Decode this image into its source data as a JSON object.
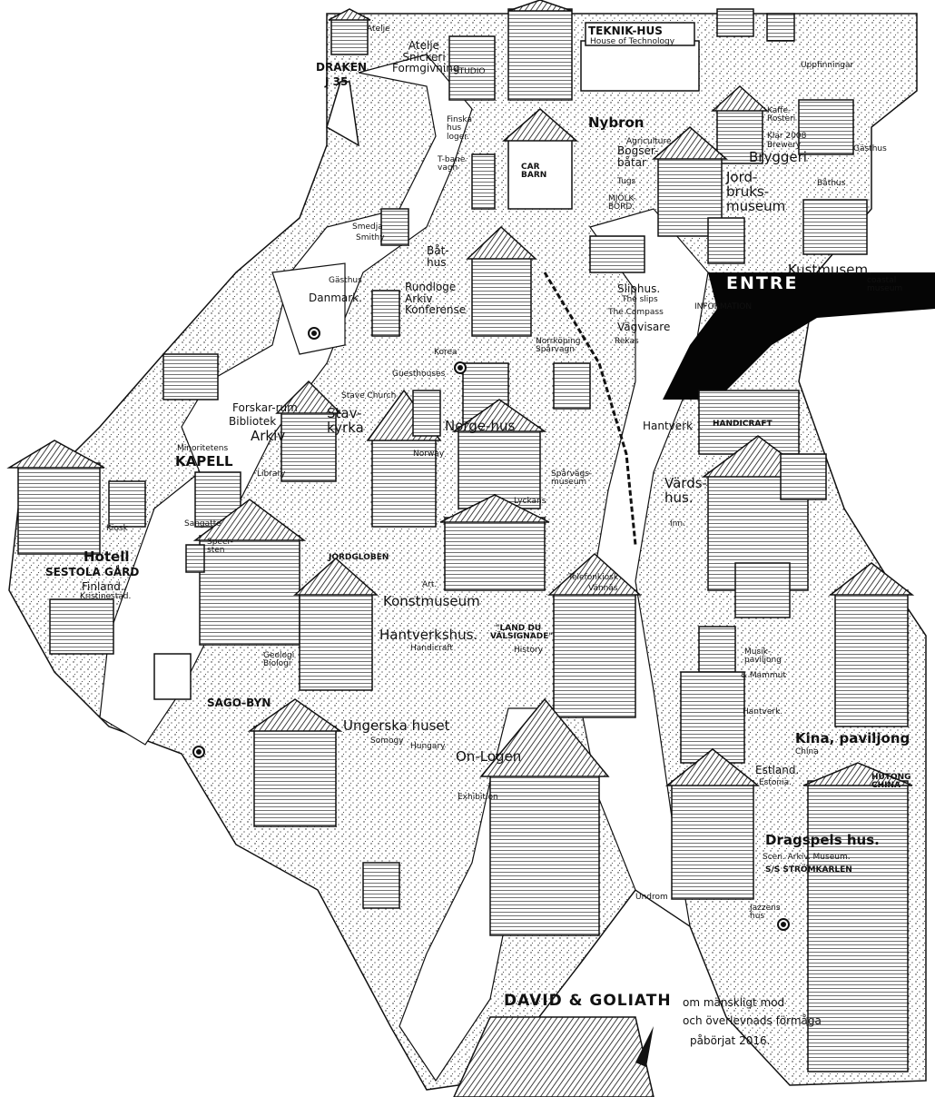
{
  "map": {
    "labels": {
      "atelje": "Atelje",
      "atelje_snickeri": "Atelje Snickeri Formgivning",
      "teknik_hus": "TEKNIK-HUS",
      "house_of_technology": "House of Technology",
      "draken": "DRAKEN",
      "j35": "J 35",
      "studio": "STUDIO",
      "finska_hus": "Finska hus loger.",
      "nybron": "Nybron",
      "t_bane_vagn": "T-bane vagn",
      "car_barn": "CAR BARN",
      "bogserbatar": "Bogser-båtar",
      "tugs": "Tugs",
      "mjolk_bord": "MJÖLK-BORD.",
      "kafferosteri": "Kaffe-Rosteri",
      "klar_2008": "Klar 2008",
      "brewery": "Brewery",
      "bryggeri": "Bryggeri",
      "gasthus_ne": "Gästhus",
      "jordbruksmuseum": "Jord-bruks-museum",
      "agriculture": "Agriculture",
      "bathus_ne": "Båthus",
      "kustmuseum": "Kustmusem.",
      "coastal_museum": "coastal museum",
      "uppfinningar": "Uppfinningar",
      "smedja": "Smedja",
      "smithy": "Smithy",
      "bathus": "Båt-hus",
      "gasthus_w": "Gästhus",
      "danmark": "Danmark.",
      "rundloge": "Rundloge Arkiv Konferense",
      "sliphus": "Sliphus.",
      "the_slips": "The slips",
      "the_compass": "The Compass",
      "vagvisare": "Vägvisare",
      "information": "INFORMATION",
      "entre": "ENTRE",
      "korea": "Korea",
      "norrkoping_sparvagn": "Norrköping Spårvagn",
      "rekas": "Rekas",
      "guesthouses": "Guesthouses",
      "stave_church": "Stave Church",
      "forskarrum": "Forskar-rum",
      "bibliotek": "Bibliotek",
      "arkiv": "Arkiv",
      "stavkyrka": "Stav-kyrka",
      "norgehus": "Norge-hus",
      "norway": "Norway",
      "hantverk_e": "Hantverk",
      "handicraft_sign": "HANDICRAFT",
      "minoritetens": "Minoritetens",
      "kapell": "KAPELL",
      "library": "Library",
      "sparvagnsmuseum": "Spårvägs-museum",
      "vardshus": "Värds-hus.",
      "inn": "Inn.",
      "kiosk": "Kiosk",
      "sangatte": "Sangatte",
      "speersten": "Speer-sten",
      "jordgloben": "JORDGLOBEN",
      "lyckans": "Lyckans",
      "hotell": "Hotell",
      "sestola_gard": "SESTOLA GÅRD",
      "finland": "Finland.",
      "kristinestad": "Kristinestad.",
      "telefonkiosk": "Telefonkiosk",
      "vannas": "Vännäs",
      "konstmuseum": "Konstmuseum",
      "art": "Art.",
      "hantverkshus": "Hantverkshus.",
      "handicraft": "Handicraft",
      "land_du_valsignade": "\"LAND DU VÄLSIGNADE\"",
      "history": "History",
      "geologi": "Geologi Biologi",
      "musikpaviljong": "Musik-paviljong",
      "mammut": "& Mammut",
      "sagobyn": "SAGO-BYN",
      "hantverk_se": "Hantverk.",
      "kina_paviljong": "Kina, paviljong",
      "china": "China",
      "hutong": "HUTONG CHINA",
      "ungerska_huset": "Ungerska huset",
      "somogy": "Somogy",
      "hungary": "Hungary",
      "on_logen": "On-Logen",
      "estland": "Estland.",
      "estonia": "Estonia.",
      "exhibition": "Exhibition",
      "dragspelshus": "Dragspels hus.",
      "scen_arkiv_museum": "Scen. Arkiv. Museum.",
      "stromkarlen": "S/S STRÖMKARLEN",
      "undrom": "Undrom",
      "jazzens_hus": "Jazzens hus",
      "david_goliath": "DAVID & GOLIATH",
      "mansklig_line1": "om mänskligt mod",
      "mansklig_line2": "och överlevnads förmåga",
      "paborjat": "påbörjat 2016."
    }
  }
}
